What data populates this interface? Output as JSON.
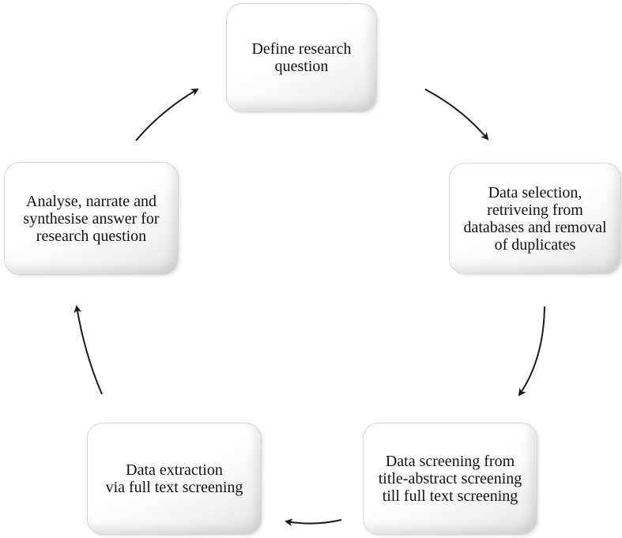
{
  "diagram": {
    "steps": [
      {
        "id": "define",
        "label": "Define research\nquestion"
      },
      {
        "id": "selection",
        "label": "Data selection,\nretriveing from\ndatabases and removal\nof duplicates"
      },
      {
        "id": "screening",
        "label": "Data screening from\ntitle-abstract screening\ntill full text screening"
      },
      {
        "id": "extraction",
        "label": "Data extraction\nvia full text screening"
      },
      {
        "id": "analyse",
        "label": "Analyse, narrate and\nsynthesise answer for\nresearch question"
      }
    ],
    "arrow_color": "#1a1a1a"
  }
}
